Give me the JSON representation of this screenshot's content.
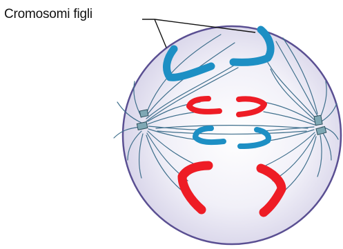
{
  "figure": {
    "callout_label": "Cromosomi figli",
    "description_alt": "",
    "colors": {
      "cell_fill": "#e2e0f0",
      "cell_highlight": "#ffffff",
      "cell_outline": "#5a4f92",
      "spindle_fibers": "#3f6f8c",
      "chromosome_blue": "#1d8fc4",
      "chromosome_red": "#ee1c25",
      "centrosome": "#7fa8b4",
      "label_text": "#111111",
      "pointer_line": "#111111"
    },
    "icons": {
      "left_pole": "centrosome-left",
      "right_pole": "centrosome-right"
    }
  }
}
